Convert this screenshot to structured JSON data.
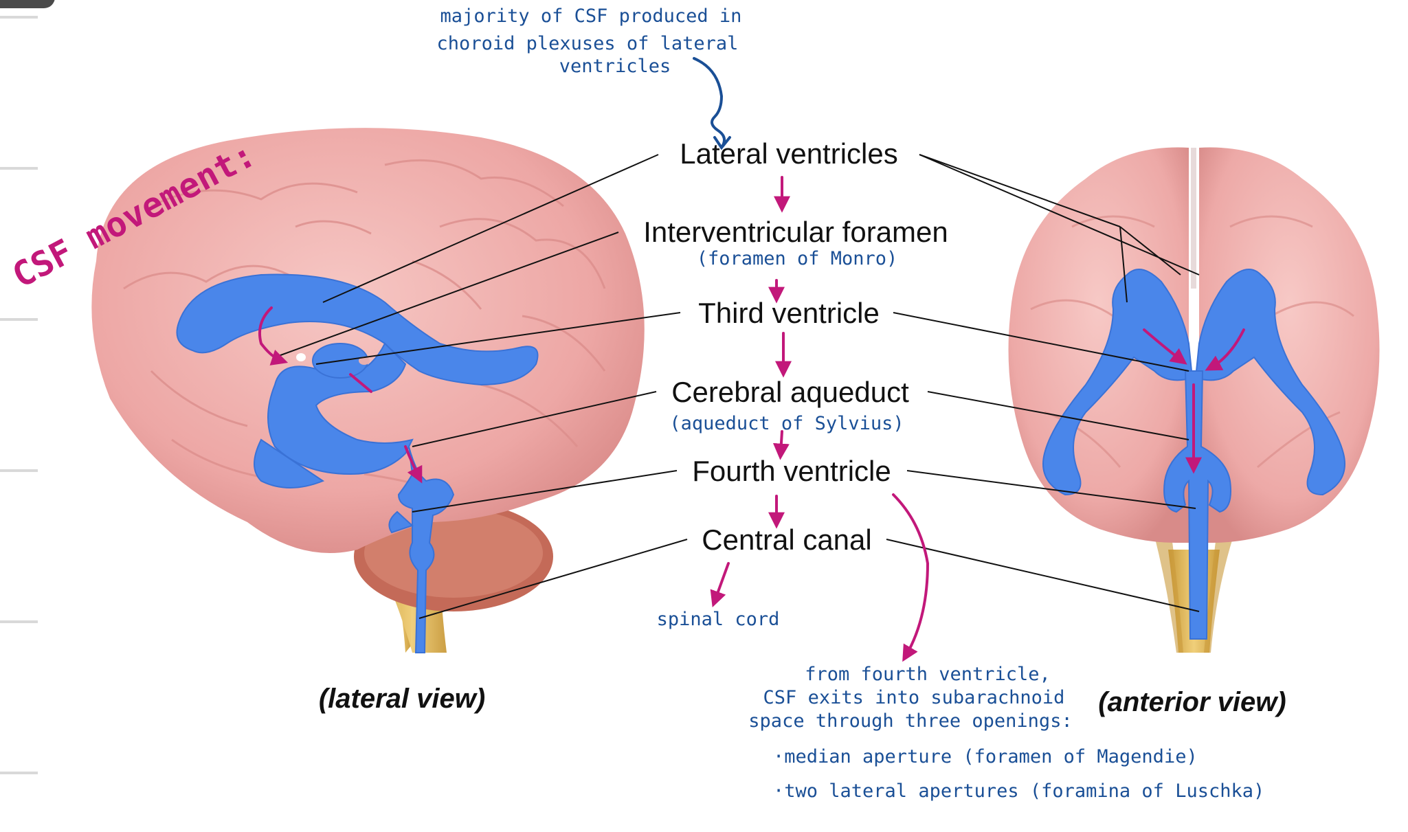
{
  "diagram": {
    "labels": {
      "lateral_ventricles": "Lateral ventricles",
      "interventricular_foramen": "Interventricular foramen",
      "third_ventricle": "Third ventricle",
      "cerebral_aqueduct": "Cerebral aqueduct",
      "fourth_ventricle": "Fourth ventricle",
      "central_canal": "Central canal"
    },
    "views": {
      "lateral": "(lateral view)",
      "anterior": "(anterior view)"
    },
    "handwritten": {
      "title": "CSF movement:",
      "top_note": [
        "majority of CSF produced in",
        "choroid plexuses of lateral",
        "ventricles"
      ],
      "foramen_alias": "(foramen of Monro)",
      "aqueduct_alias": "(aqueduct of Sylvius)",
      "spinal_cord": "spinal cord",
      "bottom_note": [
        "from fourth ventricle,",
        "CSF exits into subarachnoid",
        "space through three openings:"
      ],
      "openings": [
        "·median aperture (foramen of Magendie)",
        "·two lateral apertures (foramina of Luschka)"
      ]
    },
    "colors": {
      "brain": "#f2b3b1",
      "ventricles": "#4a86ea",
      "ink_blue": "#1a4f96",
      "ink_magenta": "#c2187a"
    }
  }
}
